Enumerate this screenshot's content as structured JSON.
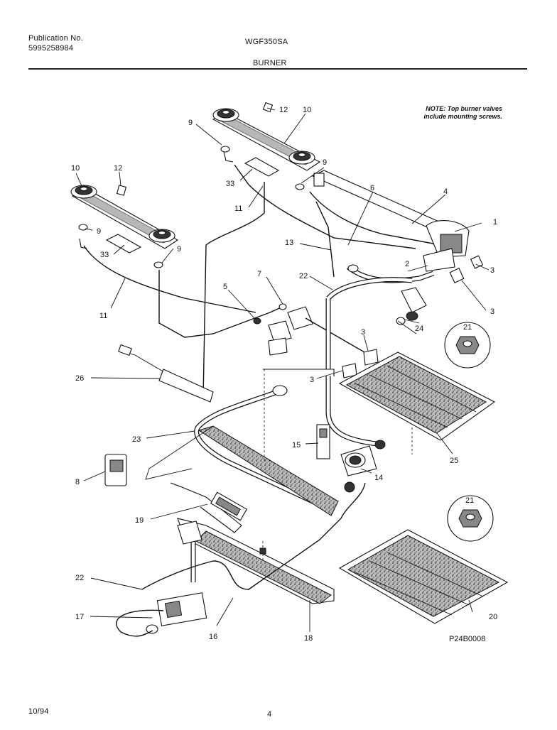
{
  "header": {
    "publication_label": "Publication No.",
    "publication_number": "5995258984",
    "model": "WGF350SA",
    "section_title": "BURNER"
  },
  "note": {
    "line1": "NOTE: Top burner valves",
    "line2": "include mounting screws."
  },
  "figure_code": "P24B0008",
  "footer": {
    "date": "10/94",
    "page_number": "4"
  },
  "callouts": {
    "c1": "1",
    "c3a": "3",
    "c3b": "3",
    "c3c": "3",
    "c3d": "3",
    "c4": "4",
    "c5": "5",
    "c6": "6",
    "c7": "7",
    "c8": "8",
    "c9a": "9",
    "c9b": "9",
    "c9c": "9",
    "c9d": "9",
    "c10a": "10",
    "c10b": "10",
    "c11a": "11",
    "c11b": "11",
    "c12a": "12",
    "c12b": "12",
    "c13": "13",
    "c14": "14",
    "c15": "15",
    "c16": "16",
    "c17": "17",
    "c18": "18",
    "c19": "19",
    "c20": "20",
    "c21a": "21",
    "c21b": "21",
    "c22a": "22",
    "c22b": "22",
    "c23": "23",
    "c24": "24",
    "c25": "25",
    "c26": "26",
    "c33a": "33",
    "c33b": "33"
  }
}
